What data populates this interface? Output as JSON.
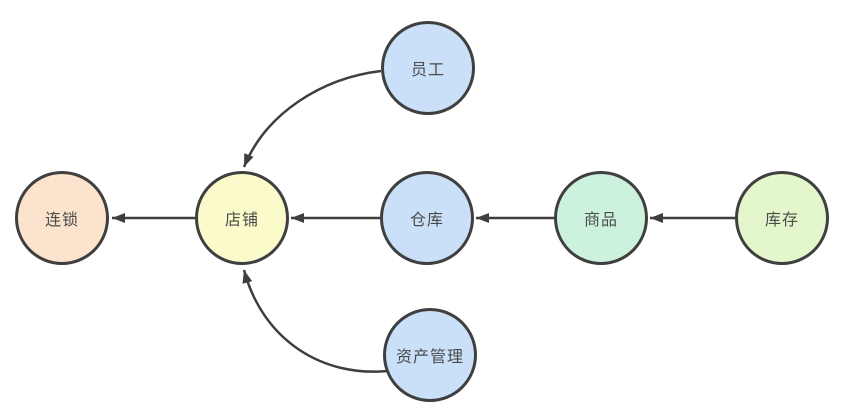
{
  "diagram": {
    "background": "#ffffff",
    "stroke_color": "#3f3f3f",
    "text_color": "#4b4b4b",
    "nodes": [
      {
        "id": "employee",
        "label": "员工",
        "fill": "#c9e0f8"
      },
      {
        "id": "chain",
        "label": "连锁",
        "fill": "#fbe3cd"
      },
      {
        "id": "store",
        "label": "店铺",
        "fill": "#fafacb"
      },
      {
        "id": "warehouse",
        "label": "仓库",
        "fill": "#c9e0f8"
      },
      {
        "id": "product",
        "label": "商品",
        "fill": "#ccf2dd"
      },
      {
        "id": "inventory",
        "label": "库存",
        "fill": "#e3f6cc"
      },
      {
        "id": "asset-management",
        "label": "资产管理",
        "fill": "#c9e0f8"
      }
    ],
    "edges": [
      {
        "from": "员工",
        "to": "店铺"
      },
      {
        "from": "店铺",
        "to": "连锁"
      },
      {
        "from": "仓库",
        "to": "店铺"
      },
      {
        "from": "商品",
        "to": "仓库"
      },
      {
        "from": "库存",
        "to": "商品"
      },
      {
        "from": "资产管理",
        "to": "店铺"
      }
    ]
  }
}
